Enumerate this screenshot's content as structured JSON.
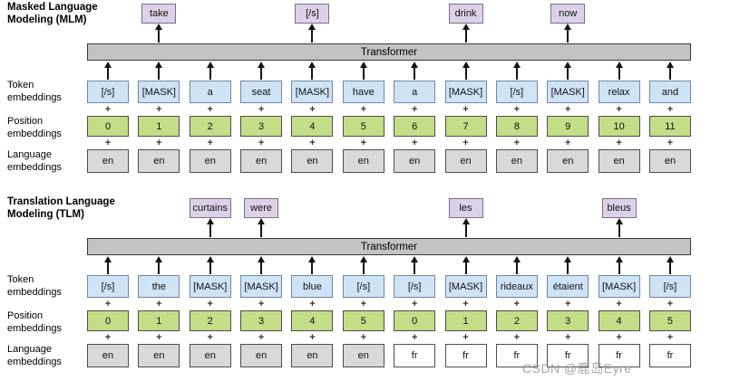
{
  "diagram": {
    "transformer_label": "Transformer",
    "row_labels": {
      "token": "Token\nembeddings",
      "position": "Position\nembeddings",
      "language": "Language\nembeddings"
    },
    "sections": [
      {
        "title": "Masked Language\nModeling (MLM)",
        "outputs": [
          {
            "col": 1,
            "label": "take"
          },
          {
            "col": 4,
            "label": "[/s]"
          },
          {
            "col": 7,
            "label": "drink"
          },
          {
            "col": 9,
            "label": "now"
          }
        ],
        "tokens": [
          "[/s]",
          "[MASK]",
          "a",
          "seat",
          "[MASK]",
          "have",
          "a",
          "[MASK]",
          "[/s]",
          "[MASK]",
          "relax",
          "and"
        ],
        "positions": [
          "0",
          "1",
          "2",
          "3",
          "4",
          "5",
          "6",
          "7",
          "8",
          "9",
          "10",
          "11"
        ],
        "languages": [
          "en",
          "en",
          "en",
          "en",
          "en",
          "en",
          "en",
          "en",
          "en",
          "en",
          "en",
          "en"
        ]
      },
      {
        "title": "Translation Language\nModeling (TLM)",
        "outputs": [
          {
            "col": 2,
            "label": "curtains"
          },
          {
            "col": 3,
            "label": "were"
          },
          {
            "col": 7,
            "label": "les"
          },
          {
            "col": 10,
            "label": "bleus"
          }
        ],
        "tokens": [
          "[/s]",
          "the",
          "[MASK]",
          "[MASK]",
          "blue",
          "[/s]",
          "[/s]",
          "[MASK]",
          "rideaux",
          "étaient",
          "[MASK]",
          "[/s]"
        ],
        "positions": [
          "0",
          "1",
          "2",
          "3",
          "4",
          "5",
          "0",
          "1",
          "2",
          "3",
          "4",
          "5"
        ],
        "languages": [
          "en",
          "en",
          "en",
          "en",
          "en",
          "en",
          "fr",
          "fr",
          "fr",
          "fr",
          "fr",
          "fr"
        ]
      }
    ],
    "colors": {
      "output_fill": "#ddd1e7",
      "output_border": "#7d6b8f",
      "token_fill": "#cfe3f7",
      "token_border": "#7088a2",
      "position_fill": "#c3de87",
      "position_border": "#4d4d4d",
      "language_fill_en": "#d9d9d9",
      "language_fill_fr": "#ffffff",
      "language_border": "#4d4d4d",
      "bar_fill": "#c3c3c3",
      "bar_border": "#3a3a3a"
    },
    "watermark": "CSDN @鹿岛Eyre"
  }
}
